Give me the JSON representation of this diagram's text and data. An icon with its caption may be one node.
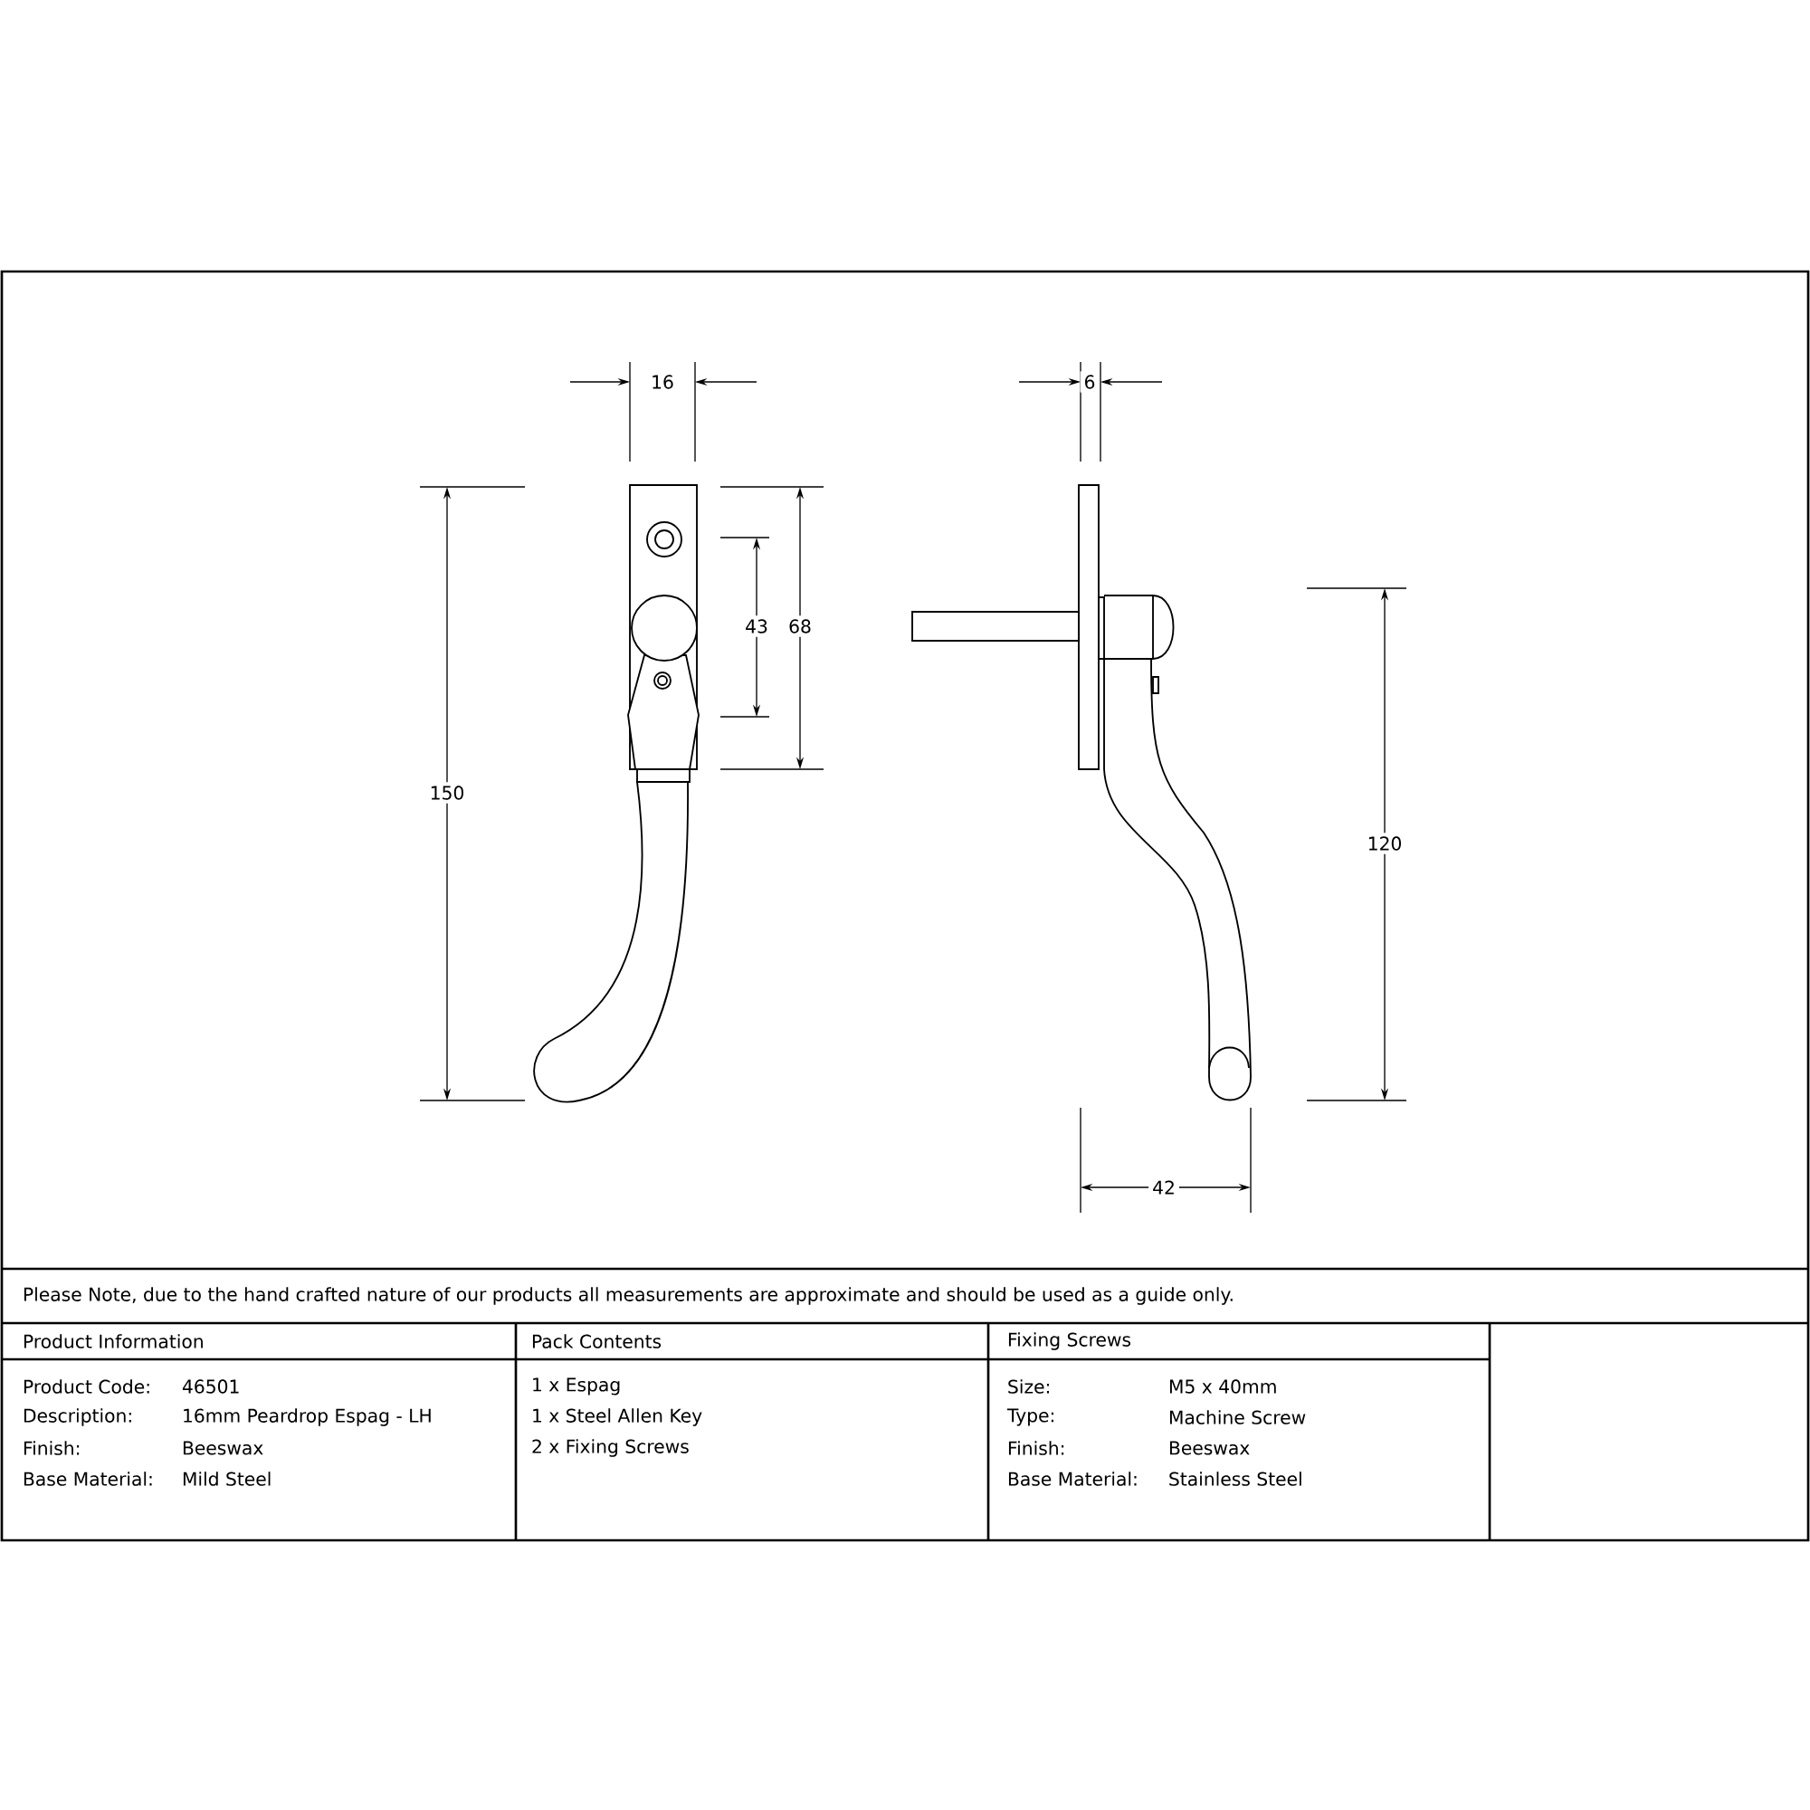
{
  "diagram": {
    "labels": [
      "16",
      "6",
      "43",
      "68",
      "150",
      "120",
      "42",
      "Please Note, due to the hand crafted nature of our products all measurements are approximate and should be used as a guide only.",
      "Product Information",
      "Pack Contents",
      "Fixing Screws",
      "Product Code:",
      "46501",
      "1 x Espag",
      "Size:",
      "M5 x 40mm",
      "Description:",
      "16mm Peardrop Espag - LH",
      "1 x Steel Allen Key",
      "Type:",
      "Machine Screw",
      "Finish:",
      "Beeswax",
      "2 x Fixing Screws",
      "Finish:",
      "Beeswax",
      "Base Material:",
      "Mild Steel",
      "Base Material:",
      "Stainless Steel"
    ]
  }
}
